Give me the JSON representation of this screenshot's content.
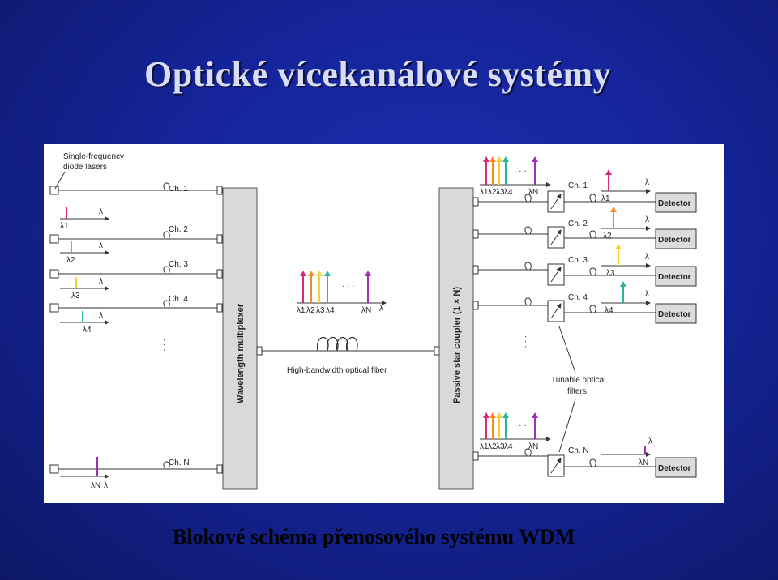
{
  "slide": {
    "title": "Optické vícekanálové systémy",
    "caption": "Blokové schéma přenosového systému WDM"
  },
  "diagram": {
    "lasers_label": [
      "Single-frequency",
      "diode lasers"
    ],
    "channels_in": [
      "Ch. 1",
      "Ch. 2",
      "Ch. 3",
      "Ch. 4",
      "Ch. N"
    ],
    "lambda_in": [
      "λ1",
      "λ2",
      "λ3",
      "λ4",
      "λN"
    ],
    "lambda_symbol": "λ",
    "mux_label": "Wavelength multiplexer",
    "fiber_label": "High-bandwidth optical fiber",
    "fiber_lambdas": [
      "λ1",
      "λ2",
      "λ3",
      "λ4",
      "λN"
    ],
    "coupler_label": "Passive star coupler (1 × N)",
    "filters_label": [
      "Tunable optical",
      "filters"
    ],
    "channels_out": [
      "Ch. 1",
      "Ch. 2",
      "Ch. 3",
      "Ch. 4",
      "Ch. N"
    ],
    "lambda_out": [
      "λ1",
      "λ2",
      "λ3",
      "λ4",
      "λN"
    ],
    "detector_label": "Detector",
    "ellipsis": "· · ·",
    "colors": {
      "lambda1": "#d6297a",
      "lambda2": "#f28c2a",
      "lambda3": "#f2d23a",
      "lambda4": "#2bb59a",
      "lambdaN": "#9b2fb8",
      "box_fill": "#d9d9d9",
      "detector_fill": "#dcdcdc"
    }
  }
}
